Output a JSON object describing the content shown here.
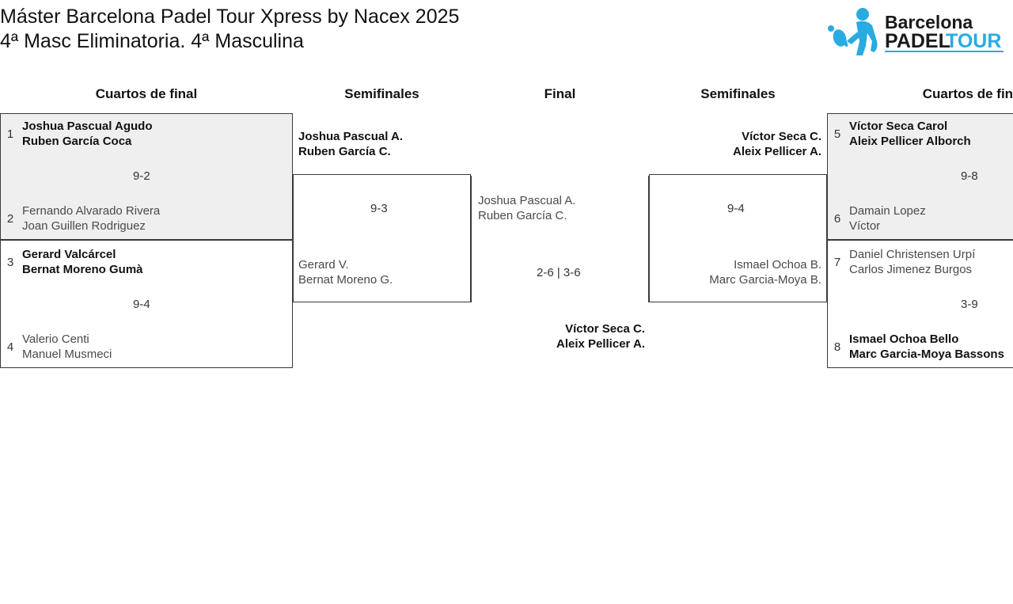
{
  "header": {
    "title_line1": "Máster Barcelona Padel Tour Xpress by Nacex 2025",
    "title_line2": "4ª Masc Eliminatoria. 4ª Masculina",
    "logo": {
      "brand_top": "Barcelona",
      "brand_bottom_dark": "PADEL",
      "brand_bottom_blue": "TOUR",
      "accent_color": "#29ABE2",
      "dark_color": "#1a1a1a",
      "icon": "padel-player-icon"
    }
  },
  "rounds": {
    "qf_left": "Cuartos de final",
    "sf_left": "Semifinales",
    "final": "Final",
    "sf_right": "Semifinales",
    "qf_right": "Cuartos de final"
  },
  "bracket": {
    "quarterfinals_left": [
      {
        "id": "qf1",
        "shaded": true,
        "score": "9-2",
        "top": {
          "seed": "1",
          "player1": "Joshua Pascual Agudo",
          "player2": "Ruben García Coca",
          "winner": true
        },
        "bottom": {
          "seed": "2",
          "player1": "Fernando Alvarado Rivera",
          "player2": "Joan Guillen Rodriguez",
          "winner": false
        }
      },
      {
        "id": "qf2",
        "shaded": false,
        "score": "9-4",
        "top": {
          "seed": "3",
          "player1": "Gerard Valcárcel",
          "player2": "Bernat Moreno Gumà",
          "winner": true
        },
        "bottom": {
          "seed": "4",
          "player1": "Valerio Centi",
          "player2": "Manuel Musmeci",
          "winner": false
        }
      }
    ],
    "quarterfinals_right": [
      {
        "id": "qf3",
        "shaded": true,
        "score": "9-8",
        "top": {
          "seed": "5",
          "player1": "Víctor Seca Carol",
          "player2": "Aleix Pellicer Alborch",
          "winner": true
        },
        "bottom": {
          "seed": "6",
          "player1": "Damain Lopez",
          "player2": "Víctor",
          "winner": false
        }
      },
      {
        "id": "qf4",
        "shaded": false,
        "score": "3-9",
        "top": {
          "seed": "7",
          "player1": "Daniel Christensen Urpí",
          "player2": "Carlos Jimenez Burgos",
          "winner": false
        },
        "bottom": {
          "seed": "8",
          "player1": "Ismael Ochoa Bello",
          "player2": "Marc Garcia-Moya Bassons",
          "winner": true
        }
      }
    ],
    "semifinal_left": {
      "score": "9-3",
      "top": {
        "player1": "Joshua Pascual A.",
        "player2": "Ruben García C.",
        "winner": true
      },
      "bottom": {
        "player1": "Gerard V.",
        "player2": "Bernat Moreno G.",
        "winner": false
      }
    },
    "semifinal_right": {
      "score": "9-4",
      "top": {
        "player1": "Víctor Seca C.",
        "player2": "Aleix Pellicer A.",
        "winner": true
      },
      "bottom": {
        "player1": "Ismael Ochoa B.",
        "player2": "Marc Garcia-Moya B.",
        "winner": false
      }
    },
    "final": {
      "score": "2-6 | 3-6",
      "finalist": {
        "player1": "Joshua Pascual A.",
        "player2": "Ruben García C.",
        "winner": false
      },
      "champion": {
        "player1": "Víctor Seca C.",
        "player2": "Aleix Pellicer A.",
        "winner": true
      }
    }
  }
}
